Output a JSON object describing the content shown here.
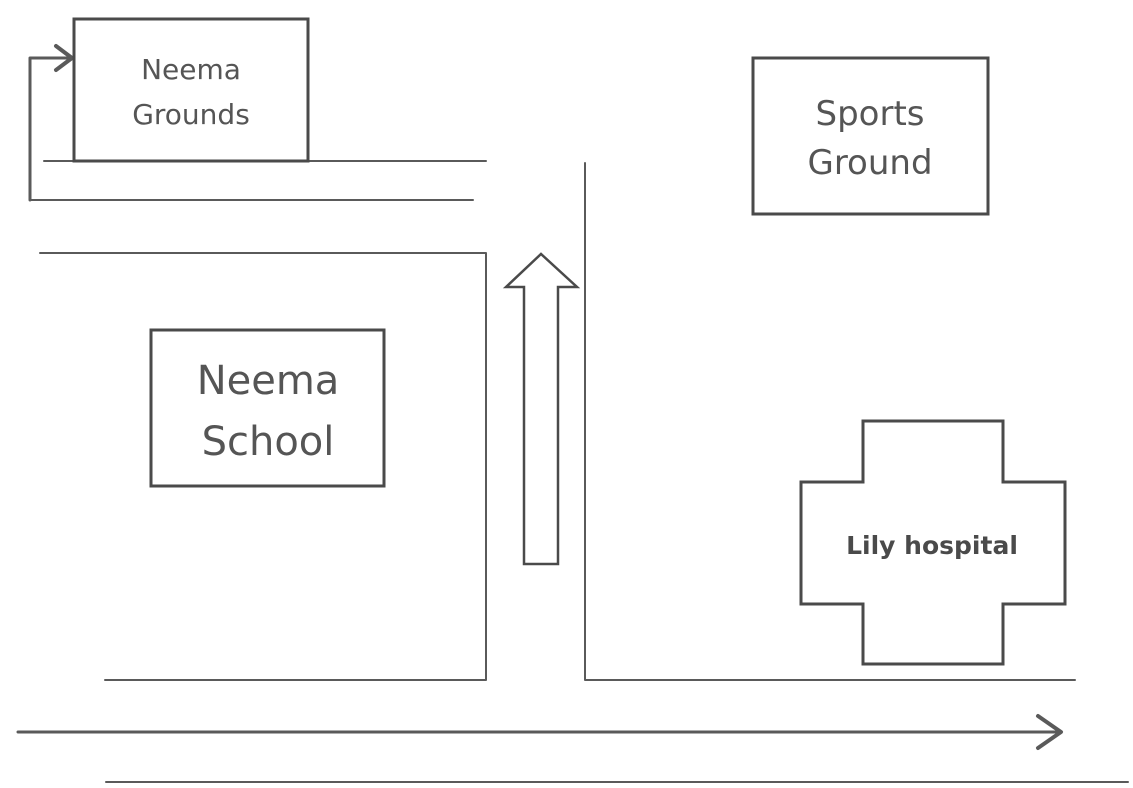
{
  "places": {
    "neema_grounds": {
      "line1": "Neema",
      "line2": "Grounds"
    },
    "sports_ground": {
      "line1": "Sports",
      "line2": "Ground"
    },
    "neema_school": {
      "line1": "Neema",
      "line2": "School"
    },
    "lily_hospital": {
      "label": "Lily hospital"
    }
  }
}
